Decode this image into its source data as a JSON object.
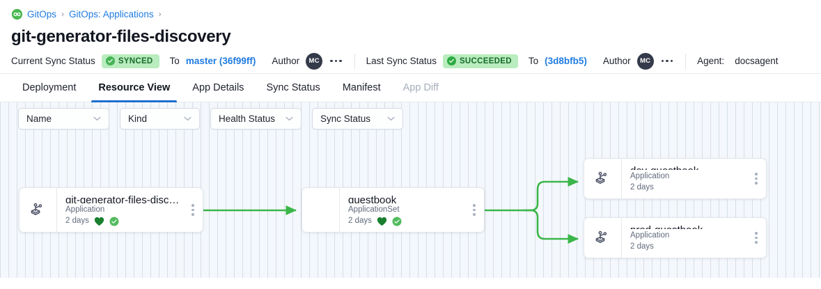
{
  "breadcrumb": {
    "logo_icon": "gitops-logo-icon",
    "items": [
      {
        "label": "GitOps"
      },
      {
        "label": "GitOps: Applications"
      }
    ],
    "separator": "›"
  },
  "page_title": "git-generator-files-discovery",
  "status_bar": {
    "current": {
      "label": "Current Sync Status",
      "badge": "SYNCED",
      "badge_icon": "check-circle-icon",
      "to_word": "To",
      "revision": "master (36f99ff)",
      "author_label": "Author",
      "author_initials": "MC",
      "menu_icon": "ellipsis-icon"
    },
    "last": {
      "label": "Last Sync Status",
      "badge": "SUCCEEDED",
      "badge_icon": "check-circle-icon",
      "to_word": "To",
      "revision": "(3d8bfb5)",
      "author_label": "Author",
      "author_initials": "MC",
      "menu_icon": "ellipsis-icon"
    },
    "agent_label": "Agent:",
    "agent_value": "docsagent"
  },
  "tabs": [
    {
      "label": "Deployment",
      "active": false,
      "disabled": false
    },
    {
      "label": "Resource View",
      "active": true,
      "disabled": false
    },
    {
      "label": "App Details",
      "active": false,
      "disabled": false
    },
    {
      "label": "Sync Status",
      "active": false,
      "disabled": false
    },
    {
      "label": "Manifest",
      "active": false,
      "disabled": false
    },
    {
      "label": "App Diff",
      "active": false,
      "disabled": true
    }
  ],
  "filters": [
    {
      "label": "Name"
    },
    {
      "label": "Kind"
    },
    {
      "label": "Health Status"
    },
    {
      "label": "Sync Status"
    }
  ],
  "graph": {
    "nodes": [
      {
        "id": "root",
        "title": "git-generator-files-disco…",
        "kind": "Application",
        "age": "2 days",
        "icon": "application-node-icon",
        "health_icon": "heart-icon",
        "sync_icon": "check-circle-icon",
        "has_status_icons": true,
        "menu_icon": "kebab-menu-icon"
      },
      {
        "id": "appset",
        "title": "guestbook",
        "kind": "ApplicationSet",
        "age": "2 days",
        "icon": "",
        "health_icon": "heart-icon",
        "sync_icon": "check-circle-icon",
        "has_status_icons": true,
        "menu_icon": "kebab-menu-icon"
      },
      {
        "id": "dev",
        "title": "dev-guestbook",
        "kind": "Application",
        "age": "2 days",
        "icon": "application-node-icon",
        "has_status_icons": false,
        "menu_icon": "kebab-menu-icon"
      },
      {
        "id": "prod",
        "title": "prod-guestbook",
        "kind": "Application",
        "age": "2 days",
        "icon": "application-node-icon",
        "has_status_icons": false,
        "menu_icon": "kebab-menu-icon"
      }
    ],
    "edges": [
      {
        "from": "root",
        "to": "appset"
      },
      {
        "from": "appset",
        "to": "dev"
      },
      {
        "from": "appset",
        "to": "prod"
      }
    ]
  },
  "colors": {
    "link": "#1f7ce0",
    "badge_bg": "#b9ecbe",
    "badge_fg": "#176b2a",
    "edge": "#3cb64a",
    "healthy": "#1a7f2e",
    "synced": "#4caf50",
    "tab_underline": "#1f6fd0",
    "canvas_bg": "#f4f8fc"
  }
}
